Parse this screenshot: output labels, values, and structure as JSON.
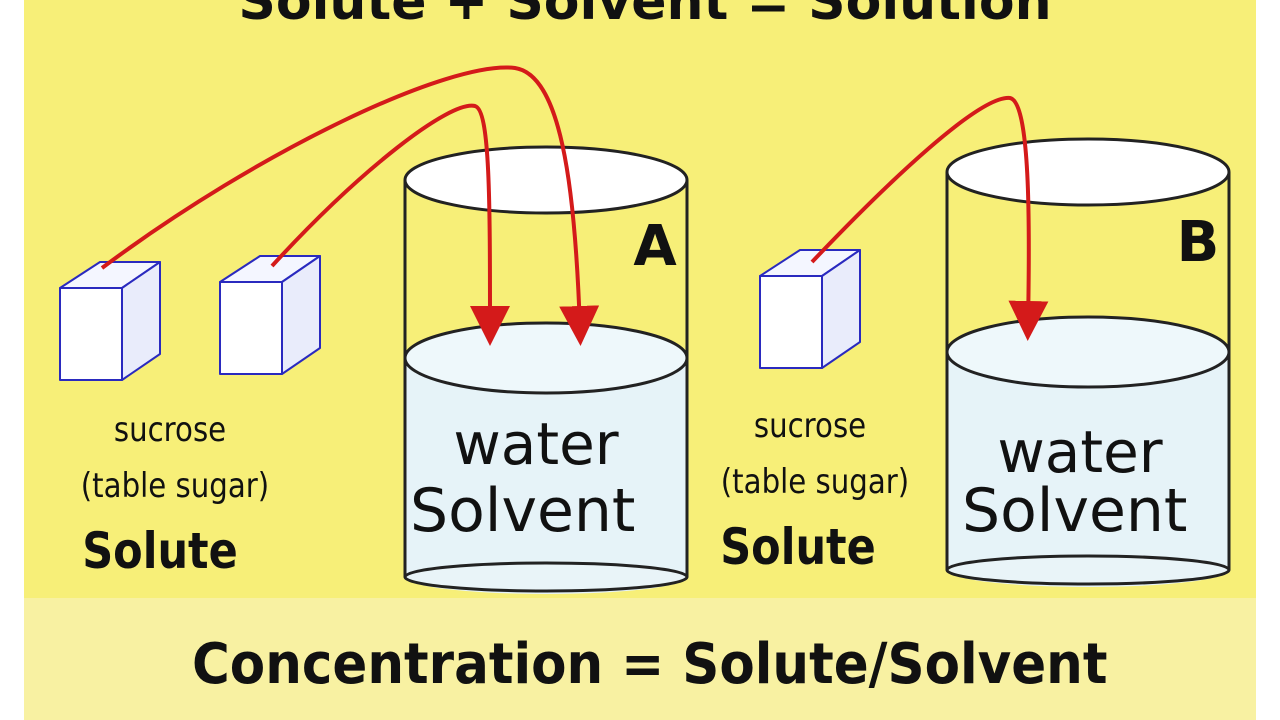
{
  "title": "Solute + Solvent = Solution",
  "left_group": {
    "solute_name": "sucrose",
    "solute_common": "(table sugar)",
    "solute_label": "Solute",
    "cube_count": 2,
    "beaker": {
      "letter": "A",
      "liquid": "water",
      "role": "Solvent"
    }
  },
  "right_group": {
    "solute_name": "sucrose",
    "solute_common": "(table sugar)",
    "solute_label": "Solute",
    "cube_count": 1,
    "beaker": {
      "letter": "B",
      "liquid": "water",
      "role": "Solvent"
    }
  },
  "formula": "Concentration = Solute/Solvent",
  "colors": {
    "background": "#f7ef78",
    "footer_band": "#f8f1a2",
    "arrow": "#d41a1a",
    "cube_edge": "#2a2abf",
    "water": "#e6f3f8",
    "beaker_outline": "#222222"
  }
}
